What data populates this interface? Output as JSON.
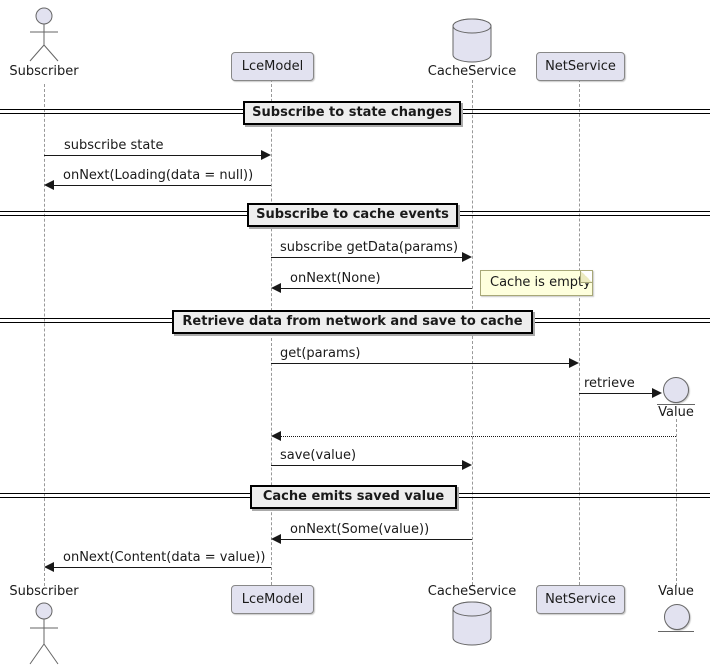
{
  "diagram": {
    "participants": [
      {
        "label": "Subscriber",
        "type": "actor"
      },
      {
        "label": "LceModel",
        "type": "participant"
      },
      {
        "label": "CacheService",
        "type": "database"
      },
      {
        "label": "NetService",
        "type": "participant"
      },
      {
        "label": "Value",
        "type": "entity"
      }
    ],
    "dividers": [
      {
        "label": "Subscribe to state changes"
      },
      {
        "label": "Subscribe to cache events"
      },
      {
        "label": "Retrieve data from network and save to cache"
      },
      {
        "label": "Cache emits saved value"
      }
    ],
    "messages": [
      {
        "from": "Subscriber",
        "to": "LceModel",
        "label": "subscribe state",
        "style": "solid"
      },
      {
        "from": "LceModel",
        "to": "Subscriber",
        "label": "onNext(Loading(data = null))",
        "style": "solid"
      },
      {
        "from": "LceModel",
        "to": "CacheService",
        "label": "subscribe getData(params)",
        "style": "solid"
      },
      {
        "from": "CacheService",
        "to": "LceModel",
        "label": "onNext(None)",
        "style": "solid"
      },
      {
        "from": "LceModel",
        "to": "NetService",
        "label": "get(params)",
        "style": "solid"
      },
      {
        "from": "NetService",
        "to": "Value",
        "label": "retrieve",
        "style": "solid"
      },
      {
        "from": "Value",
        "to": "LceModel",
        "label": "",
        "style": "dotted"
      },
      {
        "from": "LceModel",
        "to": "CacheService",
        "label": "save(value)",
        "style": "solid"
      },
      {
        "from": "CacheService",
        "to": "LceModel",
        "label": "onNext(Some(value))",
        "style": "solid"
      },
      {
        "from": "LceModel",
        "to": "Subscriber",
        "label": "onNext(Content(data = value))",
        "style": "solid"
      }
    ],
    "note": {
      "text": "Cache is empty"
    },
    "colors": {
      "participant_fill": "#E2E2F0",
      "divider_fill": "#EEEEEE",
      "note_fill": "#FEFFDD",
      "line": "#181818",
      "lifeline": "#999999"
    }
  }
}
